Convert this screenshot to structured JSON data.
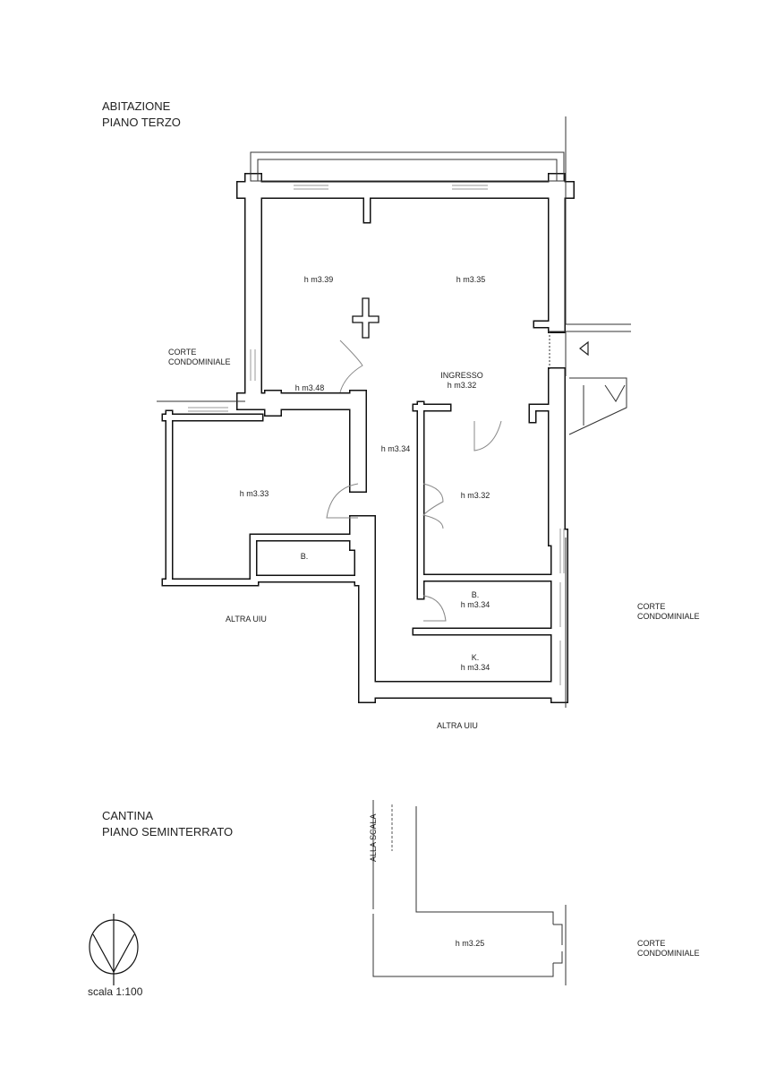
{
  "headings": {
    "upper": [
      "ABITAZIONE",
      "PIANO TERZO"
    ],
    "lower": [
      "CANTINA",
      "PIANO SEMINTERRATO"
    ]
  },
  "rooms": {
    "r1": "h m3.39",
    "r2": "h m3.35",
    "r3": "h m3.48",
    "ingresso_name": "INGRESSO",
    "ingresso_h": "h m3.32",
    "corridor": "h m3.34",
    "r4": "h m3.33",
    "bath1": "B.",
    "r5": "h m3.32",
    "bath2_name": "B.",
    "bath2_h": "h m3.34",
    "kitchen_name": "K.",
    "kitchen_h": "h m3.34",
    "cellar": "h m3.25"
  },
  "labels": {
    "corte_left": [
      "CORTE",
      "CONDOMINIALE"
    ],
    "corte_right": [
      "CORTE",
      "CONDOMINIALE"
    ],
    "corte_cellar": [
      "CORTE",
      "CONDOMINIALE"
    ],
    "altra_left": "ALTRA UIU",
    "altra_bottom": "ALTRA UIU",
    "alla_scala": "ALLA SCALA",
    "scale": "scala 1:100"
  }
}
